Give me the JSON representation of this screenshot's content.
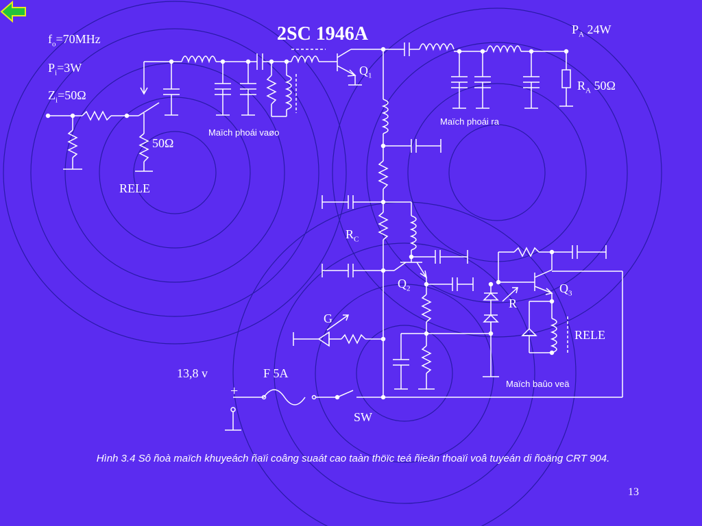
{
  "title": "2SC  1946A",
  "params": {
    "fo": "f",
    "fo_sub": "o",
    "fo_val": "=70MHz",
    "pi": "P",
    "pi_sub": "i",
    "pi_val": "=3W",
    "zi": "Z",
    "zi_sub": "i",
    "zi_val": "=50Ω"
  },
  "output": {
    "pa": "P",
    "pa_sub": "A",
    "pa_val": " 24W",
    "ra": "R",
    "ra_sub": "A",
    "ra_val": " 50Ω"
  },
  "labels": {
    "q1": "Q",
    "q1_sub": "1",
    "q2": "Q",
    "q2_sub": "2",
    "q3": "Q",
    "q3_sub": "3",
    "rc": "R",
    "rc_sub": "C",
    "r": "R",
    "g": "G",
    "ohm50": "50Ω",
    "rele_left": "RELE",
    "rele_right": "RELE",
    "voltage": "13,8 v",
    "fuse": "F 5A",
    "plus": "+",
    "sw": "SW"
  },
  "blocks": {
    "input": "Maïch phoái vaøo",
    "output": "Maïch phoái ra",
    "protect": "Maïch baûo veä"
  },
  "caption": "Hình 3.4 Sô ñoà maïch khuyeách ñaïi coâng suaát cao taàn thöïc teá ñieän thoaïi voâ tuyeán di ñoäng CRT 904.",
  "page_number": "13",
  "colors": {
    "background": "#5b2cf0",
    "line": "#ffffff",
    "circles": "#2a1aa8",
    "nav_fill": "#22c33a",
    "nav_stroke": "#e8e820"
  },
  "nav": {
    "icon": "back-arrow-icon"
  }
}
